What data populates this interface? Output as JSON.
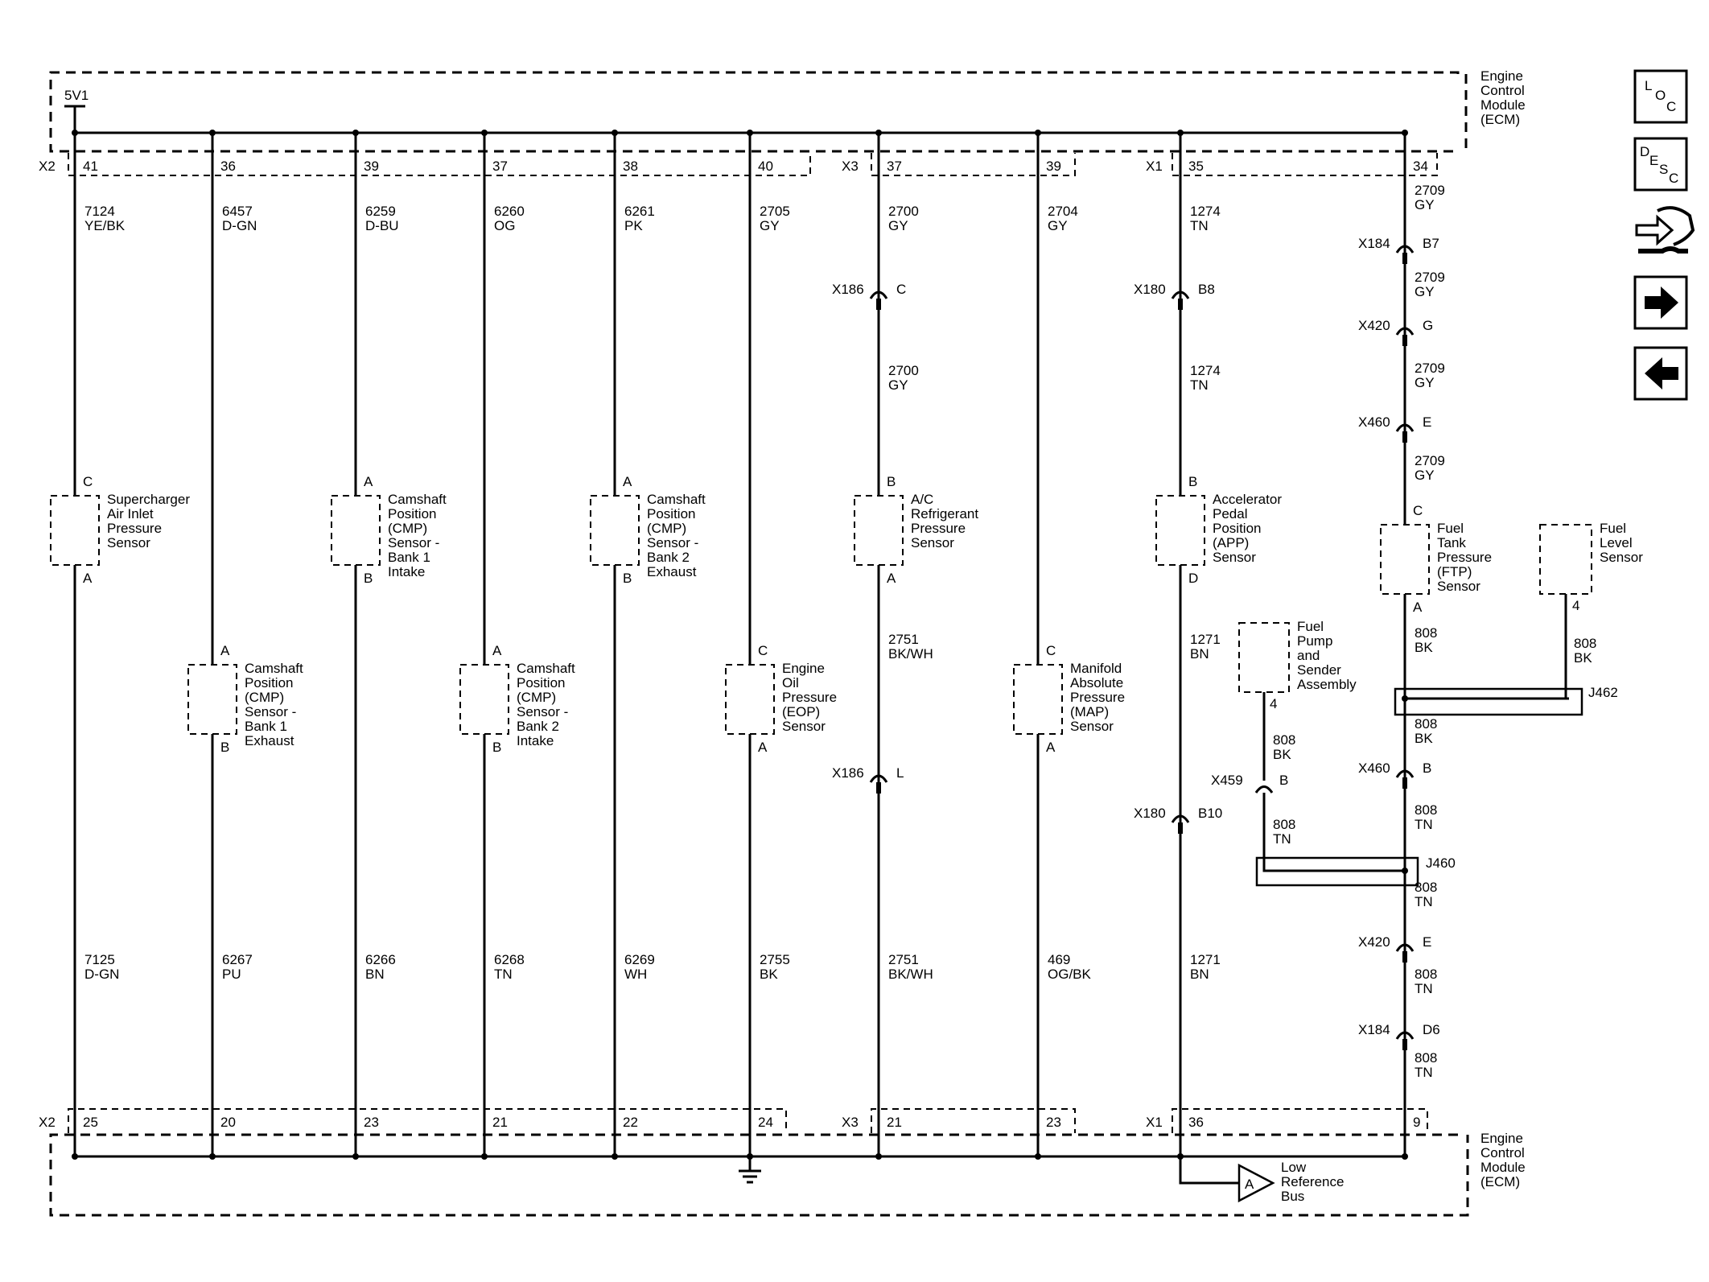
{
  "power": {
    "label": "5V1"
  },
  "ecm": {
    "name": "Engine\nControl\nModule\n(ECM)"
  },
  "low_ref": {
    "label": "Low\nReference\nBus",
    "tag": "A"
  },
  "conn_top": [
    "X2",
    "X3",
    "X1"
  ],
  "conn_bot": [
    "X2",
    "X3",
    "X1"
  ],
  "columns": [
    {
      "id": "c1",
      "pin_top": "41",
      "pin_bot": "25",
      "w1": "7124\nYE/BK",
      "w2": "7125\nD-GN",
      "sensor": {
        "name": "Supercharger\nAir Inlet\nPressure\nSensor",
        "pin_top": "C",
        "pin_bot": "A"
      }
    },
    {
      "id": "c2",
      "pin_top": "36",
      "pin_bot": "20",
      "w1": "6457\nD-GN",
      "w2": "6267\nPU",
      "sensor": {
        "name": "Camshaft\nPosition\n(CMP)\nSensor -\nBank 1\nExhaust",
        "pin_top": "A",
        "pin_bot": "B"
      }
    },
    {
      "id": "c3",
      "pin_top": "39",
      "pin_bot": "23",
      "w1": "6259\nD-BU",
      "w2": "6266\nBN",
      "sensor": {
        "name": "Camshaft\nPosition\n(CMP)\nSensor -\nBank 1\nIntake",
        "pin_top": "A",
        "pin_bot": "B"
      }
    },
    {
      "id": "c4",
      "pin_top": "37",
      "pin_bot": "21",
      "w1": "6260\nOG",
      "w2": "6268\nTN",
      "sensor": {
        "name": "Camshaft\nPosition\n(CMP)\nSensor -\nBank 2\nIntake",
        "pin_top": "A",
        "pin_bot": "B"
      }
    },
    {
      "id": "c5",
      "pin_top": "38",
      "pin_bot": "22",
      "w1": "6261\nPK",
      "w2": "6269\nWH",
      "sensor": {
        "name": "Camshaft\nPosition\n(CMP)\nSensor -\nBank 2\nExhaust",
        "pin_top": "A",
        "pin_bot": "B"
      }
    },
    {
      "id": "c6",
      "pin_top": "40",
      "pin_bot": "24",
      "w1": "2705\nGY",
      "w2": "2755\nBK",
      "sensor": {
        "name": "Engine\nOil\nPressure\n(EOP)\nSensor",
        "pin_top": "C",
        "pin_bot": "A"
      }
    },
    {
      "id": "c7",
      "pin_top": "37",
      "pin_bot": "21",
      "w1": "2700\nGY",
      "w1b": "2700\nGY",
      "w2": "2751\nBK/WH",
      "w2b": "2751\nBK/WH",
      "sensor": {
        "name": "A/C\nRefrigerant\nPressure\nSensor",
        "pin_top": "B",
        "pin_bot": "A"
      },
      "inline_top": {
        "conn": "X186",
        "pin": "C"
      },
      "inline_bot": {
        "conn": "X186",
        "pin": "L"
      }
    },
    {
      "id": "c8",
      "pin_top": "39",
      "pin_bot": "23",
      "w1": "2704\nGY",
      "w2": "469\nOG/BK",
      "sensor": {
        "name": "Manifold\nAbsolute\nPressure\n(MAP)\nSensor",
        "pin_top": "C",
        "pin_bot": "A"
      }
    },
    {
      "id": "c9",
      "pin_top": "35",
      "pin_bot": "36",
      "w1": "1274\nTN",
      "w1b": "1274\nTN",
      "w2": "1271\nBN",
      "w2b": "1271\nBN",
      "sensor": {
        "name": "Accelerator\nPedal\nPosition\n(APP)\nSensor",
        "pin_top": "B",
        "pin_bot": "D"
      },
      "inline_top": {
        "conn": "X180",
        "pin": "B8"
      },
      "inline_bot": {
        "conn": "X180",
        "pin": "B10"
      }
    },
    {
      "id": "c10",
      "pin_top": "34",
      "pin_bot": "9",
      "wires": [
        "2709\nGY",
        "2709\nGY",
        "2709\nGY",
        "2709\nGY",
        "808\nBK",
        "808\nBK",
        "808\nTN",
        "808\nTN",
        "808\nTN",
        "808\nTN"
      ],
      "inlines": [
        {
          "conn": "X184",
          "pin": "B7"
        },
        {
          "conn": "X420",
          "pin": "G"
        },
        {
          "conn": "X460",
          "pin": "E"
        },
        {
          "conn": "X460",
          "pin": "B"
        },
        {
          "conn": "X420",
          "pin": "E"
        },
        {
          "conn": "X184",
          "pin": "D6"
        }
      ],
      "sensor": {
        "name": "Fuel\nTank\nPressure\n(FTP)\nSensor",
        "pin_top": "C",
        "pin_bot": "A"
      }
    }
  ],
  "fuel_level": {
    "name": "Fuel\nLevel\nSensor",
    "pin": "4",
    "wire": "808\nBK"
  },
  "fuel_pump": {
    "name": "Fuel\nPump\nand\nSender\nAssembly",
    "pin": "4",
    "wire1": "808\nBK",
    "wire2": "808\nTN",
    "inline": {
      "conn": "X459",
      "pin": "B"
    }
  },
  "splices": {
    "j462": "J462",
    "j460": "J460"
  },
  "nav": {
    "loc": {
      "letters": [
        "L",
        "O",
        "C"
      ],
      "icon": "location-icon"
    },
    "desc": {
      "letters": [
        "D",
        "E",
        "S",
        "C"
      ],
      "icon": "description-icon"
    },
    "connector": {
      "icon": "connector-wrench-icon"
    },
    "next": {
      "icon": "arrow-right-icon"
    },
    "prev": {
      "icon": "arrow-left-icon"
    }
  }
}
